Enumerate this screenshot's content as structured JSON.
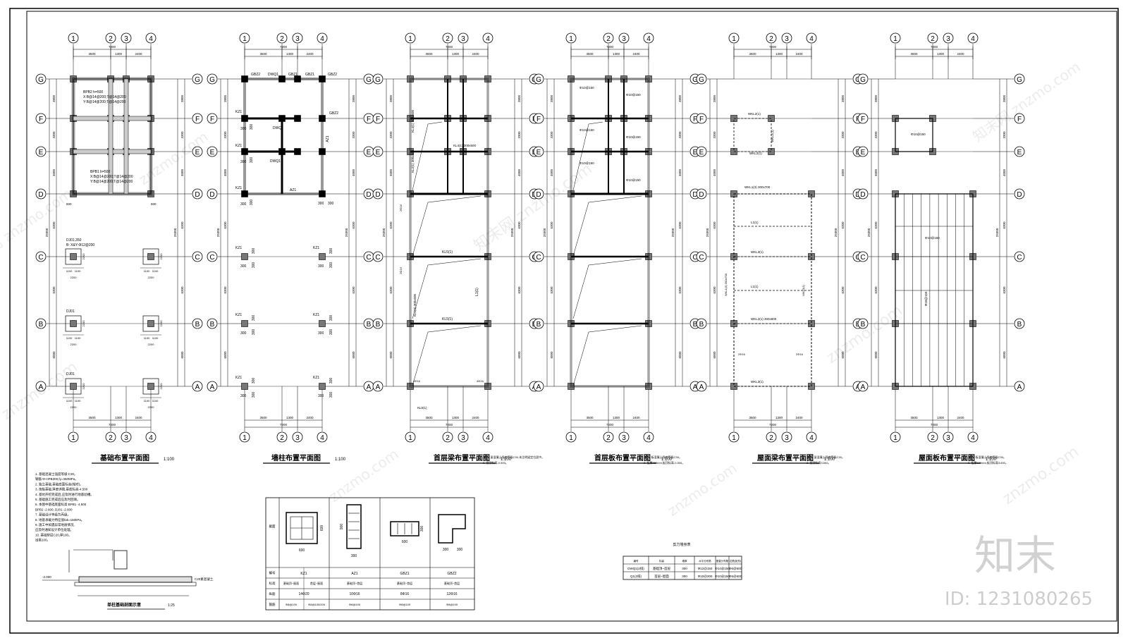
{
  "drawing": {
    "plans": [
      {
        "title": "基础布置平面图",
        "scale": "1:100"
      },
      {
        "title": "墙柱布置平面图",
        "scale": "1:100"
      },
      {
        "title": "首层梁布置平面图",
        "scale": "1:100"
      },
      {
        "title": "首层板布置平面图",
        "scale": "1:100"
      },
      {
        "title": "屋面梁布置平面图",
        "scale": "1:100"
      },
      {
        "title": "屋面板布置平面图",
        "scale": "1:100"
      }
    ],
    "axes_numbers": [
      "1",
      "2",
      "3",
      "4"
    ],
    "axes_letters": [
      "G",
      "F",
      "E",
      "D",
      "C",
      "B",
      "A"
    ],
    "dims_top": {
      "total": "7200",
      "parts": [
        "3500",
        "1300",
        "2400"
      ]
    },
    "dims_left": [
      "3800",
      "3300",
      "4000",
      "6300",
      "6300",
      "6000"
    ],
    "dims_right": [
      "3800",
      "3300",
      "4000",
      "6300",
      "6300",
      "6000"
    ],
    "dims_total": "29300",
    "foundation": {
      "bpb2": [
        "BPB2 h=500",
        "X:B@14@200;T@14@200",
        "Y:B@14@200;T@14@200"
      ],
      "bpb1": [
        "BPB1 h=500",
        "X:B@14@200;T@14@200",
        "Y:B@14@200;T@14@200"
      ],
      "dj_label": "DJ01,350",
      "dj_rebar": "B: X&Y:Φ12@200",
      "dj_short": "DJ01",
      "dj_sizes": [
        "1100",
        "1100",
        "2200"
      ],
      "detail_title": "单柱基础剖面示意",
      "detail_scale": "1:25",
      "detail_elev": "-2.000",
      "detail_note": "C20素混凝土",
      "notes": [
        "1. 基础混凝土强度等级:C30。",
        "   钢筋:Φ-HPB300,fy=360MPa。",
        "2. 独立基础,基础底面标高(相对)。",
        "3. 筏板基础,厚度详图,基底标高-4.500",
        "4. 基坑开挖完成后,应及时进行地基验槽。",
        "5. 基础施工完成后应及时回填。",
        "6. 本图中基础底面标高:BPB1 -4.500",
        "   BPB2 -2.600, DJ01 -2.000",
        "7. 基础设计等级为丙级。",
        "8. 地基承载力特征值fak=150kPa。",
        "9. 施工中如遇异常地质情况,",
        "   应及时通知设计单位处理。",
        "10. 基础垫层C20,厚100。",
        "    出挑100。"
      ]
    },
    "columns": {
      "kz1": "KZ1",
      "gbz2": "GBZ2",
      "gbz1": "GBZ1",
      "az1": "AZ1",
      "dwq1": "DWQ1",
      "q1": "Q1",
      "dim300": "300"
    },
    "beams": {
      "kl4": "KL4(1) 300x500",
      "kl2": "KL2(1) 300x500",
      "kl5": "KL5(1)",
      "kl1": "KL1(3) 300x500",
      "l1": "L1(1)",
      "rebar_top": "2Φ16",
      "rebar_bot": "4Φ16",
      "notes_first": [
        "注: 1. 梁混凝土强度等级C30,未注明梁定位居中。",
        "2. 梁顶标高-0.500。"
      ],
      "notes_roof": [
        "注: 1. 梁混凝土强度等级C30。",
        "2. 梁顶标高3.600。"
      ],
      "wkl": [
        "WKL2(1)",
        "WKL3(1)",
        "WKL1(3) 300x700",
        "WKL2(1) 300x600",
        "L1(1)"
      ]
    },
    "slabs": {
      "label": "Φ10@150",
      "notes_first": [
        "注: 1. 板混凝土强度等级C30。",
        "2. 板厚150mm,板顶标高-0.500。"
      ],
      "notes_roof": [
        "注: 1. 板混凝土强度等级C30。",
        "2. 板厚120mm,板顶标高3.600。"
      ]
    },
    "column_table": {
      "headers": [
        "截面",
        "编号",
        "标高",
        "纵筋",
        "箍筋"
      ],
      "names": [
        "KZ1",
        "AZ1",
        "GBZ1",
        "GBZ2"
      ],
      "elev": [
        "基础顶~屋面",
        "首层~屋面",
        "基础顶~首层",
        "基础顶~首层",
        "基础顶~首层"
      ],
      "bars": [
        "14Φ20",
        "10Φ16",
        "8Φ16",
        "12Φ16"
      ],
      "stirrups": [
        "Φ8@100",
        "Φ8@100/200",
        "Φ8@100",
        "Φ8@100",
        "Φ8@100"
      ],
      "sizes": [
        "600",
        "600",
        "900",
        "300",
        "600",
        "300",
        "300",
        "300"
      ]
    },
    "wall_table": {
      "title": "剪力墙身表",
      "headers": [
        "编号",
        "标高",
        "墙厚",
        "水平分布筋",
        "垂直分布筋",
        "拉筋(矩形)"
      ],
      "rows": [
        [
          "DWQ1(2排)",
          "基础顶~首层",
          "300",
          "Φ12@150",
          "Φ14@150",
          "Φ6@600"
        ],
        [
          "Q1(2排)",
          "首层~屋面",
          "300",
          "Φ10@200",
          "Φ10@150",
          "Φ6@600"
        ]
      ]
    },
    "watermark": {
      "brand": "知末",
      "site": "znzmo.com",
      "cn": "知末网",
      "id": "ID: 1231080265"
    }
  }
}
